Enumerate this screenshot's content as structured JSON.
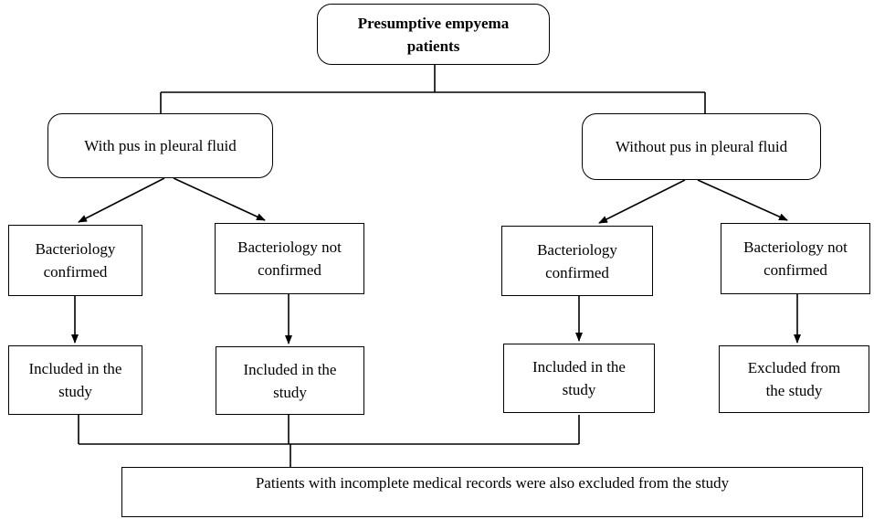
{
  "nodes": {
    "root": "Presumptive empyema\npatients",
    "with_pus": "With pus in pleural fluid",
    "without_pus": "Without pus in pleural fluid",
    "with_confirmed": "Bacteriology\nconfirmed",
    "with_not_confirmed": "Bacteriology not\nconfirmed",
    "without_confirmed": "Bacteriology\nconfirmed",
    "without_not_confirmed": "Bacteriology not\nconfirmed",
    "outcome_1": "Included in the\nstudy",
    "outcome_2": "Included in the\nstudy",
    "outcome_3": "Included in the\nstudy",
    "outcome_4": "Excluded from\nthe study",
    "footer": "Patients with incomplete medical records were also excluded from the study"
  },
  "colors": {
    "line": "#000000",
    "background": "#ffffff"
  }
}
